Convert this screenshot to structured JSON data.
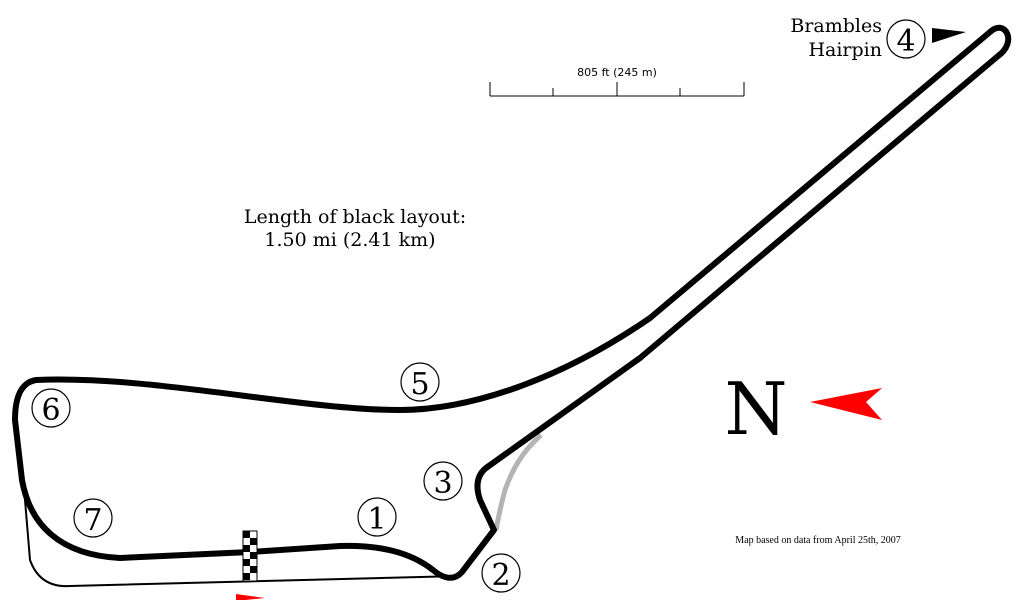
{
  "map": {
    "layout_length_label": "Length of black layout:",
    "layout_length_value": "1.50 mi (2.41 km)",
    "scale_label": "805 ft (245 m)",
    "north_label": "N",
    "credit": "Map based on data from April 25th, 2007",
    "hairpin_name_line1": "Brambles",
    "hairpin_name_line2": "Hairpin",
    "corners": [
      "1",
      "2",
      "3",
      "4",
      "5",
      "6",
      "7"
    ],
    "colors": {
      "track": "#000000",
      "alternate_track": "#b4b4b4",
      "arrow": "#ff0000",
      "background": "#ffffff"
    }
  }
}
